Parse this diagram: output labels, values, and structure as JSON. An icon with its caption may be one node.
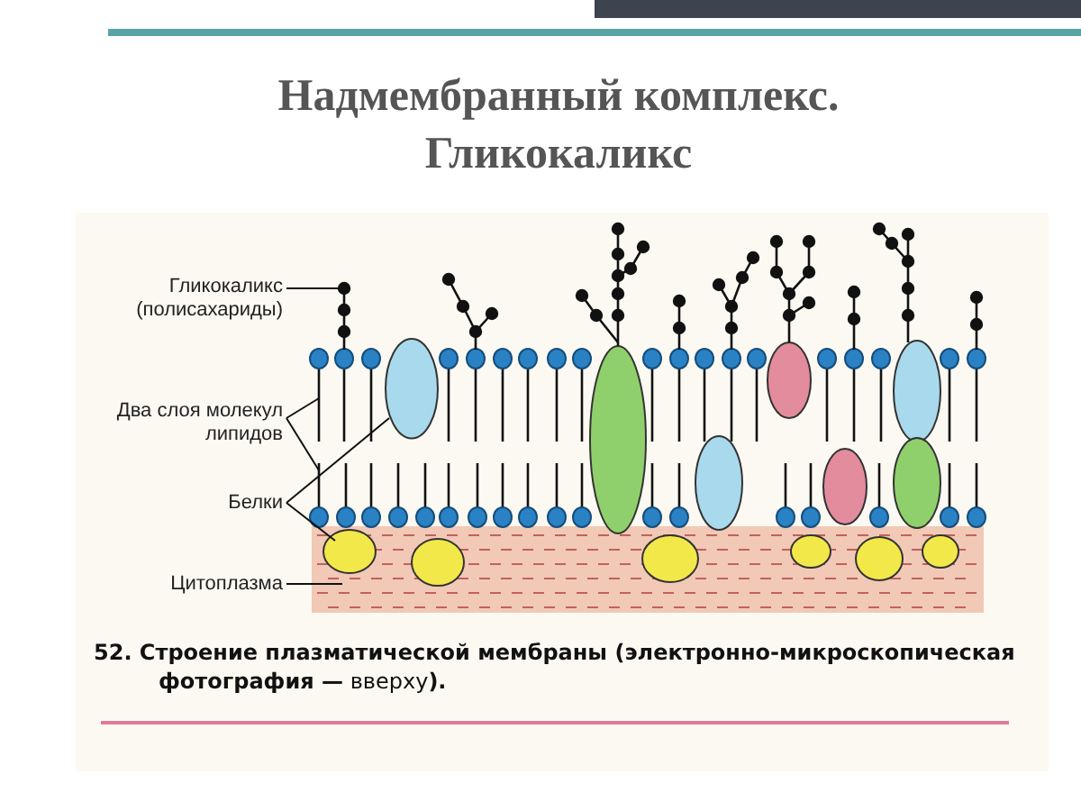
{
  "diagram": {
    "title": "Надмембранный комплекс. Гликокаликс",
    "caption": "**52. Строение плазматической мембраны (электронно-микроскопическая фотография —** вверху**).**",
    "nodes": [
      {
        "text": [
          "Гликокаликс (полисахариды)"
        ]
      },
      {
        "text": [
          "Два слоя молекул липидов"
        ]
      },
      {
        "text": [
          "Белки"
        ]
      },
      {
        "text": [
          "Цитоплазма"
        ]
      },
      {
        "text": [],
        "shape": "picture"
      },
      {
        "text": [],
        "shape": "bar"
      },
      {
        "text": [],
        "shape": "bar"
      },
      {
        "text": [],
        "shape": "circle"
      },
      {
        "text": [],
        "shape": "circle",
        "in": 9
      },
      {
        "text": [],
        "shape": "bar"
      }
    ],
    "edges": [
      {
        "from": 0,
        "to": 4,
        "arrow": "none"
      },
      {
        "from": 1,
        "to": 5,
        "arrow": "none"
      },
      {
        "from": 1,
        "to": 6,
        "arrow": "none"
      },
      {
        "from": 2,
        "to": 7,
        "arrow": "none"
      },
      {
        "from": 2,
        "to": 8,
        "arrow": "none"
      },
      {
        "from": 3,
        "to": 9,
        "arrow": "none"
      }
    ]
  }
}
